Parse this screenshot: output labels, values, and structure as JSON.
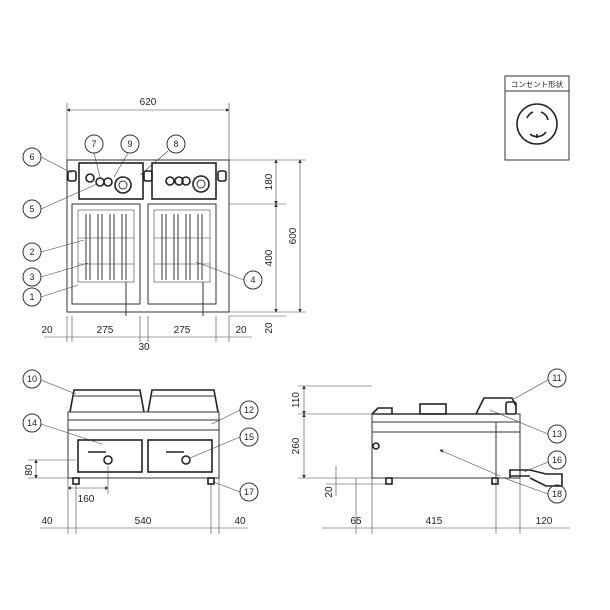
{
  "top_view": {
    "dims": {
      "overall_width": "620",
      "depth_top": "180",
      "depth_mid": "400",
      "depth_total": "600",
      "depth_bottom": "20",
      "left_margin": "20",
      "tank_left": "275",
      "gap": "30",
      "tank_right": "275",
      "right_margin": "20"
    },
    "callouts": [
      "1",
      "2",
      "3",
      "4",
      "5",
      "6",
      "7",
      "8",
      "9"
    ]
  },
  "front_view": {
    "dims": {
      "outlet_height": "80",
      "outlet_offset": "160",
      "left": "40",
      "body_width": "540",
      "right": "40"
    },
    "callouts": [
      "10",
      "12",
      "14",
      "15",
      "17"
    ]
  },
  "side_view": {
    "dims": {
      "top_height": "110",
      "body_height": "260",
      "foot": "20",
      "front": "65",
      "depth": "415",
      "rear": "120"
    },
    "callouts": [
      "11",
      "13",
      "16",
      "18"
    ]
  },
  "outlet_box": {
    "label": "コンセント形状"
  }
}
